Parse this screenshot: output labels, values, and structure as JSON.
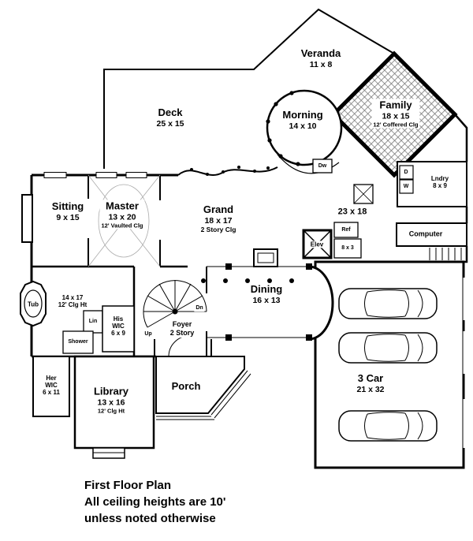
{
  "plan": {
    "rooms": {
      "veranda": {
        "name": "Veranda",
        "dims": "11 x 8"
      },
      "deck": {
        "name": "Deck",
        "dims": "25 x 15"
      },
      "morning": {
        "name": "Morning",
        "dims": "14 x 10"
      },
      "family": {
        "name": "Family",
        "dims": "18 x 15",
        "note": "12' Coffered Clg"
      },
      "laundry": {
        "name": "Lndry",
        "dims": "8 x 9"
      },
      "dryer": "D",
      "washer": "W",
      "sitting": {
        "name": "Sitting",
        "dims": "9 x 15"
      },
      "master": {
        "name": "Master",
        "dims": "13 x 20",
        "note": "12' Vaulted Clg"
      },
      "grand": {
        "name": "Grand",
        "dims": "18 x 17",
        "note": "2 Story Clg"
      },
      "kitchen": {
        "dims": "23 x 18"
      },
      "dishwasher": "Dw",
      "refrigerator": "Ref",
      "elevator": "Elev",
      "elevator_closet": "8 x 3",
      "computer": {
        "name": "Computer"
      },
      "dining": {
        "name": "Dining",
        "dims": "16 x 13"
      },
      "master_bath": {
        "dims": "14 x 17",
        "note": "12' Clg Ht"
      },
      "tub": "Tub",
      "linen": "Lin",
      "his_wic": {
        "l1": "His",
        "l2": "WIC",
        "dims": "6 x 9"
      },
      "shower": "Shower",
      "her_wic": {
        "l1": "Her",
        "l2": "WIC",
        "dims": "6 x 11"
      },
      "library": {
        "name": "Library",
        "dims": "13 x 16",
        "note": "12' Clg Ht"
      },
      "foyer": {
        "name": "Foyer",
        "note": "2 Story"
      },
      "porch": {
        "name": "Porch"
      },
      "garage": {
        "name": "3 Car",
        "dims": "21 x 32"
      },
      "stairs": {
        "up": "Up",
        "down": "Dn"
      }
    },
    "footer": {
      "line1": "First Floor Plan",
      "line2": "All ceiling heights are 10'",
      "line3": "unless noted otherwise"
    }
  }
}
